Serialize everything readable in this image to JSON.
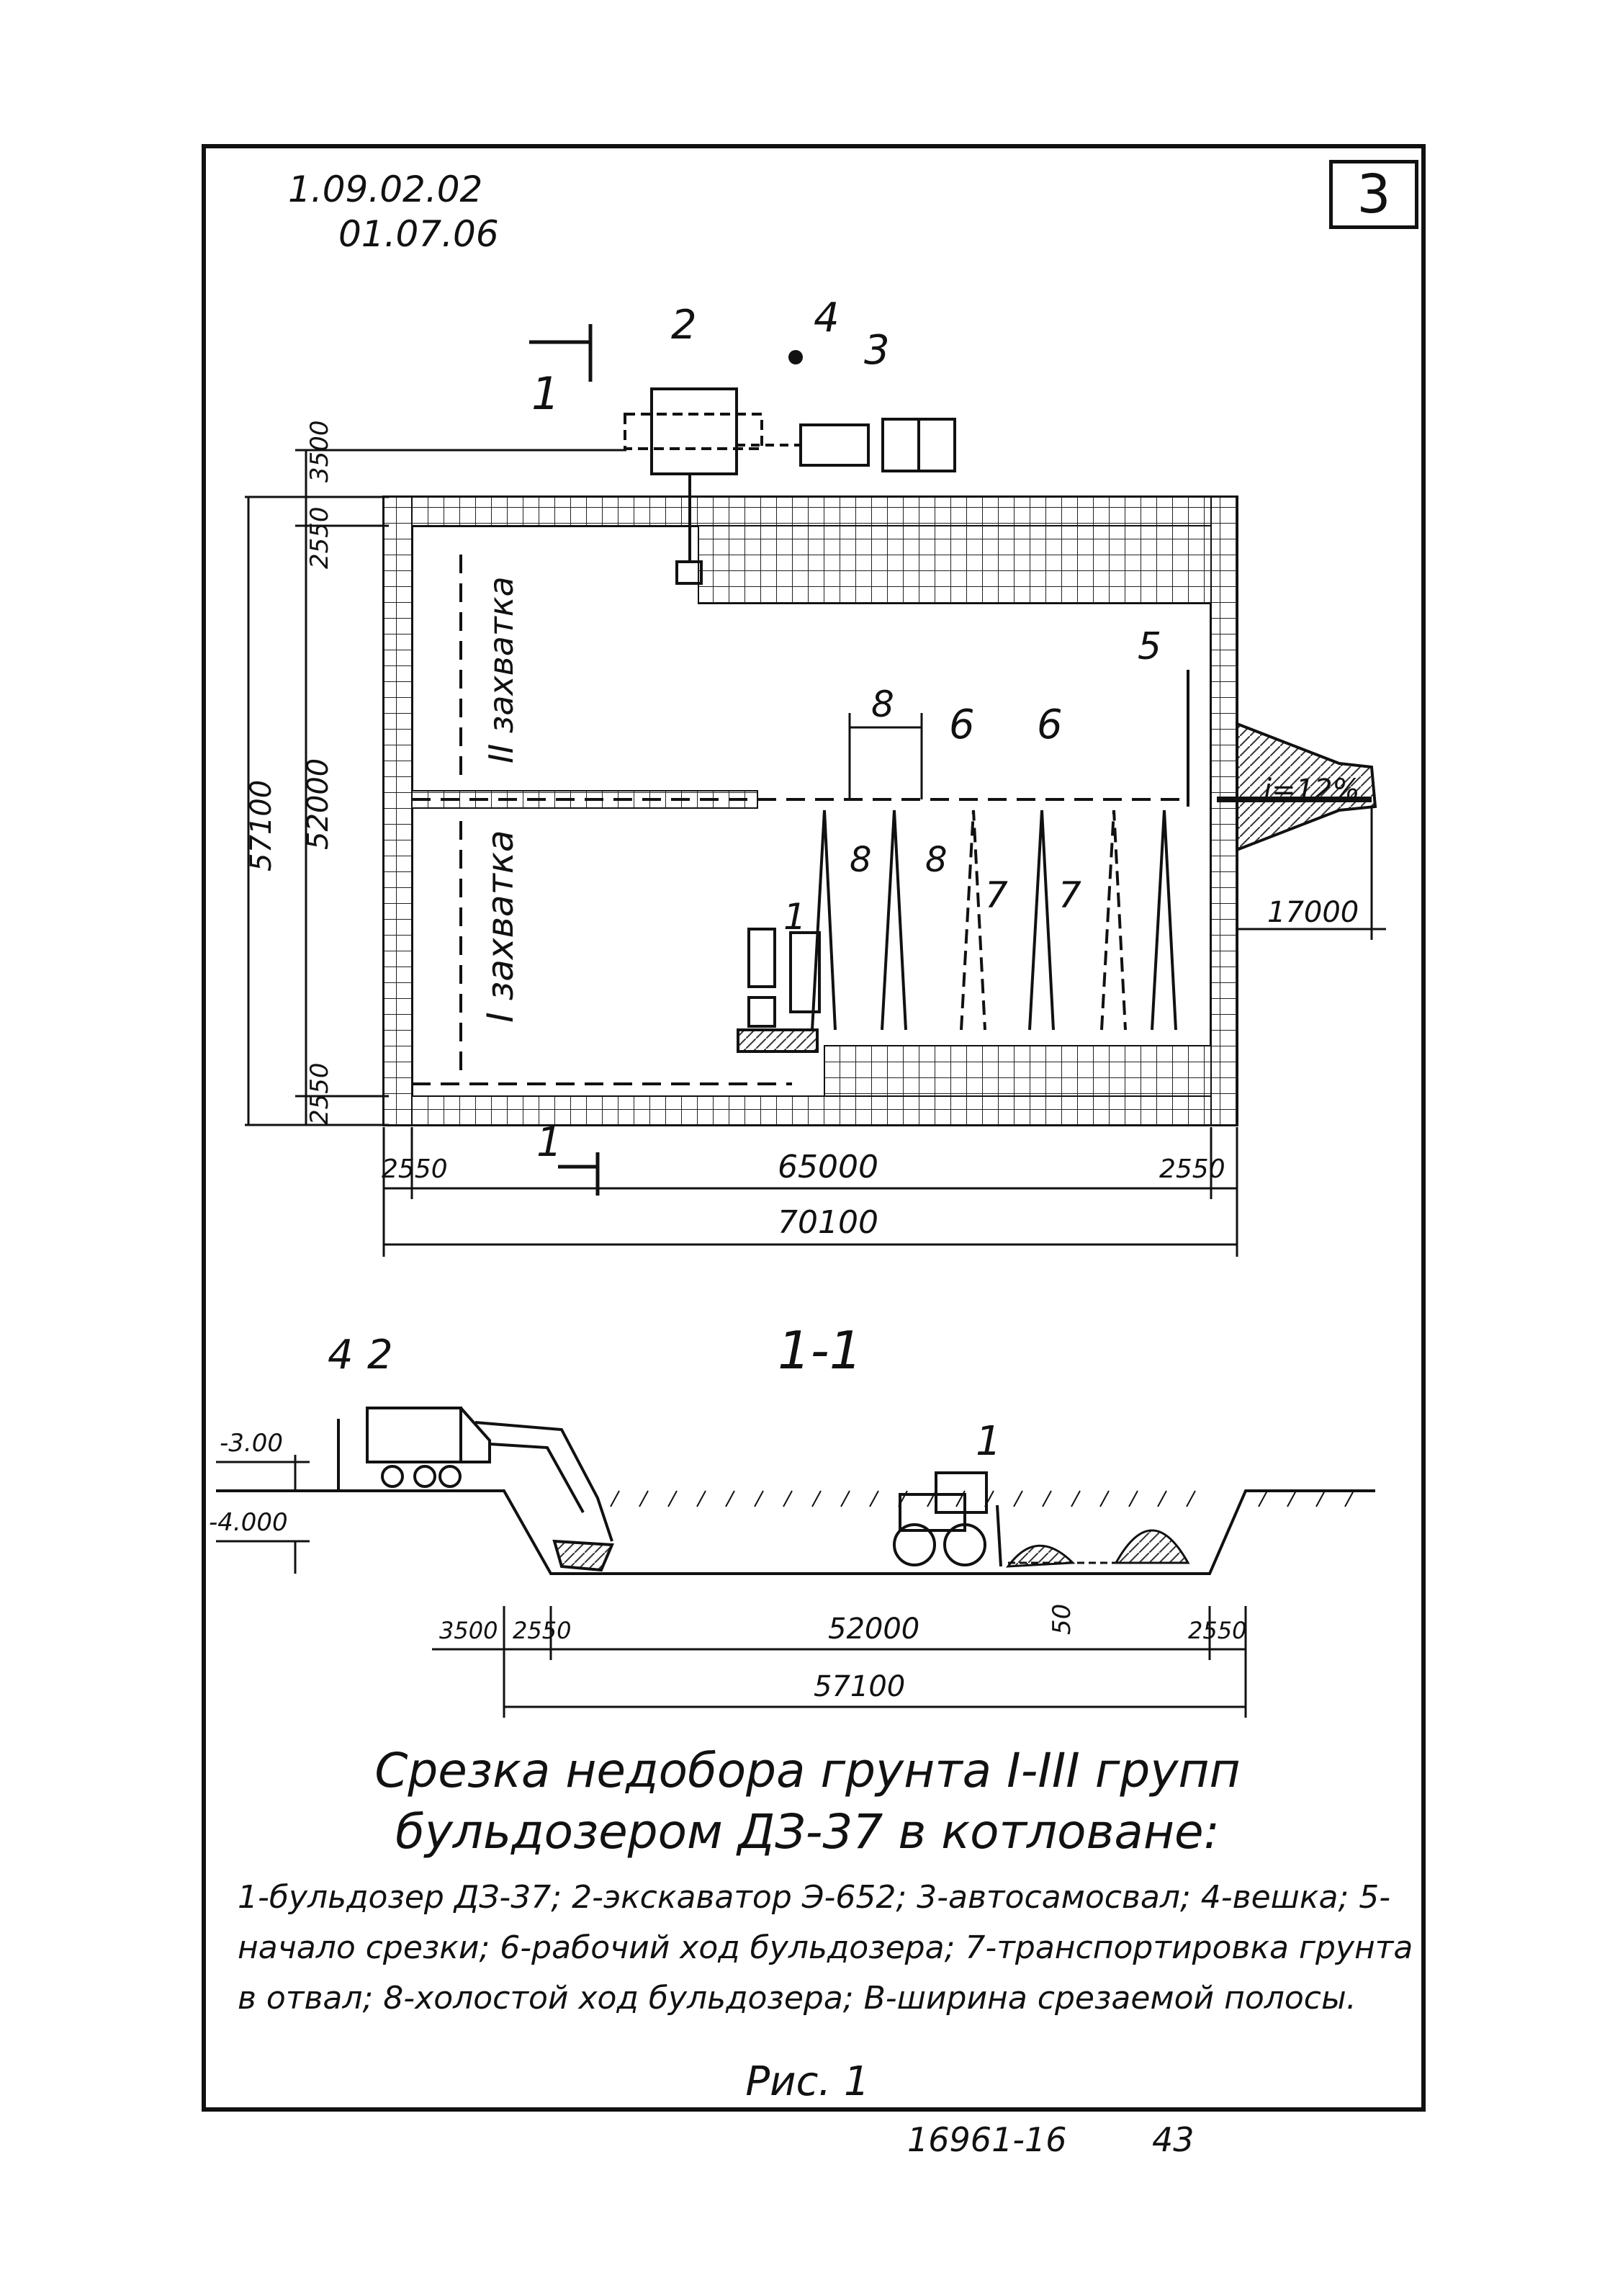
{
  "sheet": {
    "number": "3",
    "codes": [
      "1.09.02.02",
      "01.07.06"
    ]
  },
  "plan": {
    "section_marks": [
      "1",
      "1"
    ],
    "item_labels": {
      "bulldozer": "1",
      "excavator": "2",
      "truck": "3",
      "marker": "4",
      "start": "5",
      "work_pass_a": "6",
      "work_pass_b": "6",
      "transport_a": "7",
      "transport_b": "7",
      "idle_a": "8",
      "idle_b": "8",
      "strip_width": "8"
    },
    "zone_labels": [
      "II захватка",
      "I захватка"
    ],
    "slope_label": "i=12%",
    "dimensions": {
      "left_top": "3500",
      "left_upper": "2550",
      "left_middle": "52000",
      "left_lower": "2550",
      "left_total": "57100",
      "bottom_left": "2550",
      "bottom_middle": "65000",
      "bottom_right": "2550",
      "bottom_total": "70100",
      "ramp": "17000"
    }
  },
  "section": {
    "title": "1-1",
    "item_labels": {
      "marker": "4",
      "excavator": "2",
      "bulldozer": "1"
    },
    "levels": [
      "-3.00",
      "-4.000"
    ],
    "depth": "50",
    "dimensions": {
      "a": "3500",
      "b": "2550",
      "c": "52000",
      "d": "2550",
      "total": "57100"
    }
  },
  "caption": {
    "title_line1": "Срезка недобора грунта I-III групп",
    "title_line2": "бульдозером ДЗ-37 в котловане:",
    "legend": "1-бульдозер ДЗ-37; 2-экскаватор Э-652; 3-автосамосвал; 4-вешка; 5-начало срезки; 6-рабочий ход бульдозера; 7-транспортировка грунта в отвал; 8-холостой ход бульдозера; В-ширина срезаемой полосы.",
    "figure": "Рис. 1"
  },
  "footer": {
    "doc_number": "16961-16",
    "page": "43"
  }
}
